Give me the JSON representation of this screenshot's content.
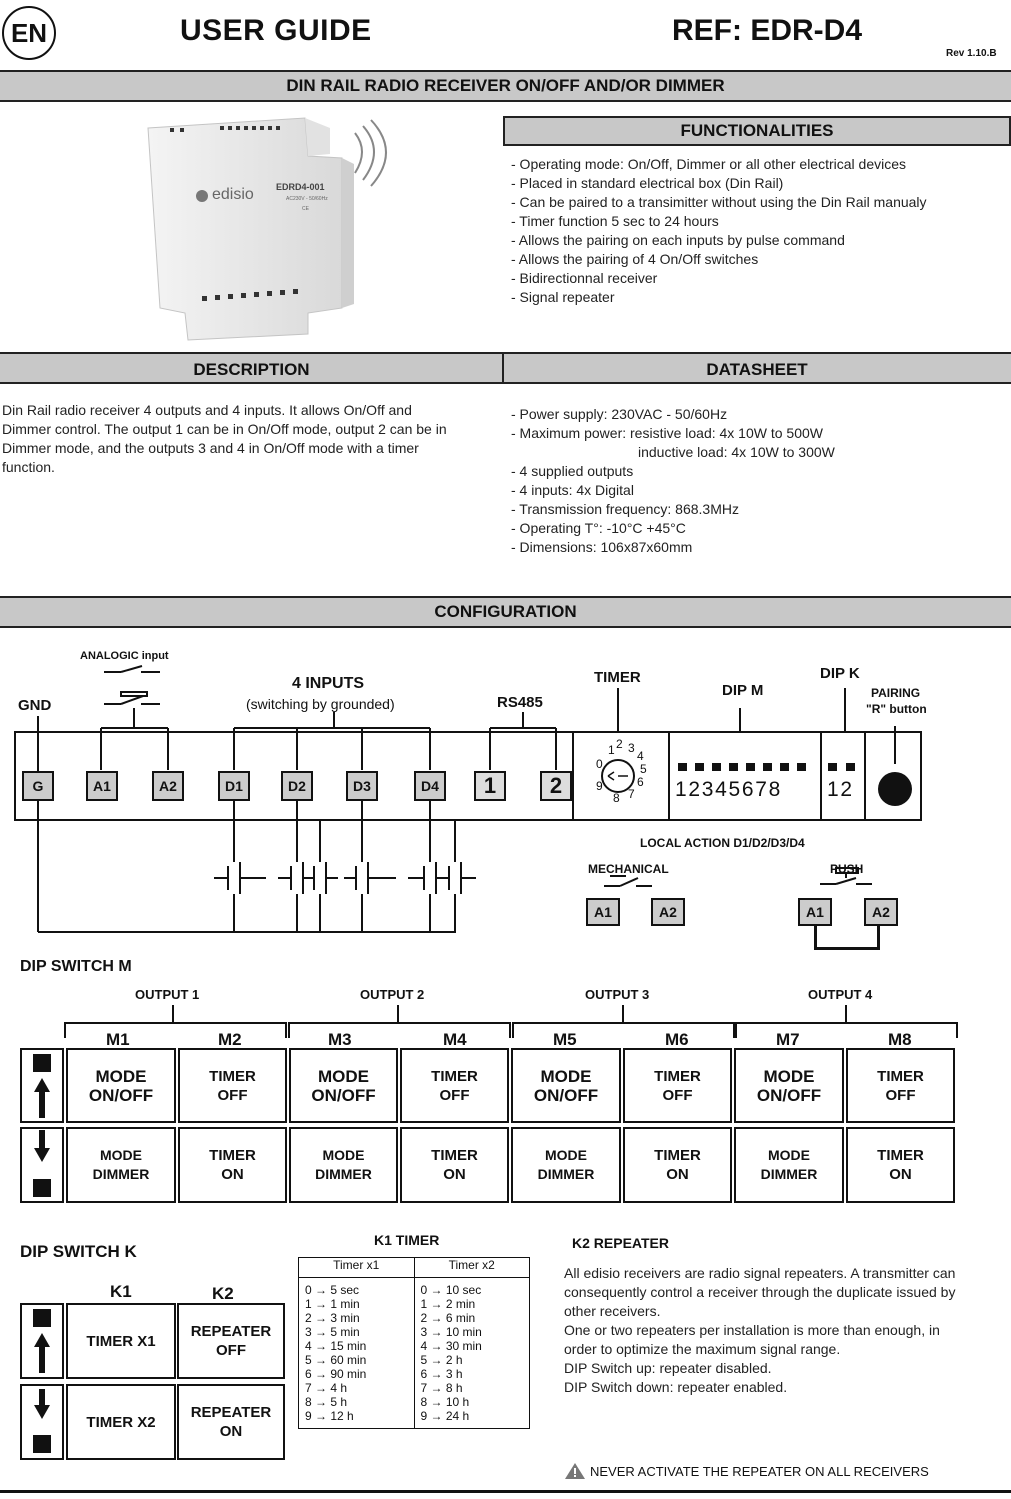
{
  "header": {
    "lang": "EN",
    "title": "USER GUIDE",
    "ref": "REF: EDR-D4",
    "rev": "Rev 1.10.B"
  },
  "banner": "DIN RAIL RADIO RECEIVER ON/OFF AND/OR DIMMER",
  "product": {
    "brand": "edisio",
    "model": "EDRD4-001",
    "small": "AC230V - 50/60Hz"
  },
  "functionalities": {
    "title": "FUNCTIONALITIES",
    "items": [
      "- Operating mode: On/Off, Dimmer or all other electrical devices",
      "- Placed in standard electrical box (Din Rail)",
      "- Can be paired to a transimitter without using the Din Rail manualy",
      "- Timer function 5 sec to 24 hours",
      "- Allows the pairing on each inputs by pulse command",
      "- Allows the pairing of 4 On/Off switches",
      "- Bidirectionnal receiver",
      "- Signal repeater"
    ]
  },
  "description": {
    "title": "DESCRIPTION",
    "lines": [
      "Din Rail radio receiver 4 outputs and 4 inputs. It allows On/Off and",
      "Dimmer control. The output 1 can be in On/Off mode, output 2 can be in",
      "Dimmer mode, and the outputs 3 and 4 in On/Off mode with a timer",
      "function."
    ]
  },
  "datasheet": {
    "title": "DATASHEET",
    "items": [
      "- Power supply: 230VAC - 50/60Hz",
      "- Maximum power: resistive load: 4x 10W to 500W",
      "inductive load: 4x 10W to 300W",
      "- 4 supplied outputs",
      "- 4 inputs: 4x Digital",
      "- Transmission frequency: 868.3MHz",
      "- Operating T°: -10°C +45°C",
      "- Dimensions: 106x87x60mm"
    ]
  },
  "configuration": {
    "title": "CONFIGURATION",
    "analogic": "ANALOGIC input",
    "gnd": "GND",
    "inputs": "4 INPUTS",
    "inputs_sub": "(switching by grounded)",
    "rs485": "RS485",
    "timer": "TIMER",
    "dipm": "DIP M",
    "dipk": "DIP K",
    "pairing1": "PAIRING",
    "pairing2": "\"R\" button",
    "pins": [
      "G",
      "A1",
      "A2",
      "D1",
      "D2",
      "D3",
      "D4"
    ],
    "rs_pins": [
      "1",
      "2"
    ],
    "dipm_numbers": "12345678",
    "dipk_numbers": "12",
    "dial_numbers": [
      "0",
      "1",
      "2",
      "3",
      "4",
      "5",
      "6",
      "7",
      "8",
      "9"
    ],
    "local_action": "LOCAL ACTION D1/D2/D3/D4",
    "mechanical": "MECHANICAL",
    "push": "PUSH",
    "a1": "A1",
    "a2": "A2"
  },
  "dip_m": {
    "title": "DIP SWITCH M",
    "outputs": [
      "OUTPUT 1",
      "OUTPUT 2",
      "OUTPUT 3",
      "OUTPUT 4"
    ],
    "switches": [
      "M1",
      "M2",
      "M3",
      "M4",
      "M5",
      "M6",
      "M7",
      "M8"
    ],
    "up": [
      [
        "MODE",
        "ON/OFF"
      ],
      [
        "TIMER",
        "OFF"
      ],
      [
        "MODE",
        "ON/OFF"
      ],
      [
        "TIMER",
        "OFF"
      ],
      [
        "MODE",
        "ON/OFF"
      ],
      [
        "TIMER",
        "OFF"
      ],
      [
        "MODE",
        "ON/OFF"
      ],
      [
        "TIMER",
        "OFF"
      ]
    ],
    "down": [
      [
        "MODE",
        "DIMMER"
      ],
      [
        "TIMER",
        "ON"
      ],
      [
        "MODE",
        "DIMMER"
      ],
      [
        "TIMER",
        "ON"
      ],
      [
        "MODE",
        "DIMMER"
      ],
      [
        "TIMER",
        "ON"
      ],
      [
        "MODE",
        "DIMMER"
      ],
      [
        "TIMER",
        "ON"
      ]
    ]
  },
  "dip_k": {
    "title": "DIP SWITCH K",
    "k1": "K1",
    "k2": "K2",
    "up1": "TIMER X1",
    "up2a": "REPEATER",
    "up2b": "OFF",
    "down1": "TIMER X2",
    "down2a": "REPEATER",
    "down2b": "ON"
  },
  "k1_timer": {
    "title": "K1 TIMER",
    "col1": "Timer x1",
    "col2": "Timer x2",
    "x1": [
      "0 → 5 sec",
      "1 → 1 min",
      "2 → 3 min",
      "3 → 5 min",
      "4 → 15 min",
      "5 → 60 min",
      "6 → 90 min",
      "7 → 4 h",
      "8 → 5 h",
      "9 → 12 h"
    ],
    "x2": [
      "0 → 10 sec",
      "1 → 2 min",
      "2 → 6 min",
      "3 → 10 min",
      "4 → 30 min",
      "5 → 2 h",
      "6 → 3 h",
      "7 → 8 h",
      "8 → 10 h",
      "9 → 24 h"
    ]
  },
  "k2_repeater": {
    "title": "K2 REPEATER",
    "lines": [
      "All edisio receivers are radio signal repeaters. A transmitter can",
      "consequently control a receiver through the duplicate issued by",
      "other receivers.",
      "One or two repeaters per installation is more than enough, in",
      "order to optimize the maximum signal range.",
      "DIP Switch up: repeater disabled.",
      "DIP Switch down: repeater enabled."
    ],
    "warning": "NEVER ACTIVATE THE REPEATER ON ALL RECEIVERS"
  }
}
